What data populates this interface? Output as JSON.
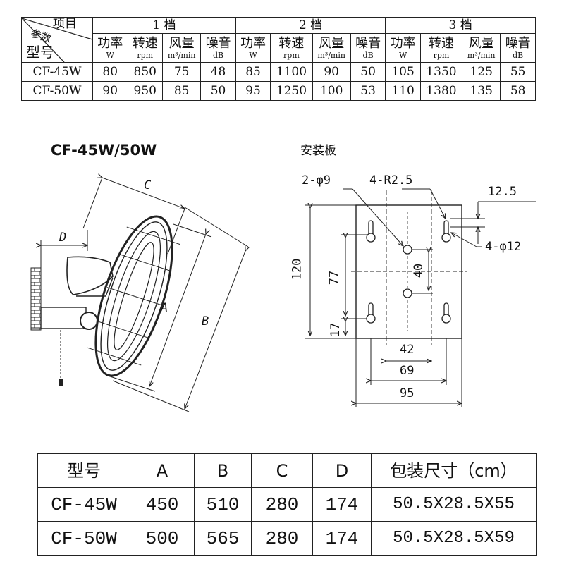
{
  "spec_table": {
    "corner_item": "项目",
    "corner_param": "参数",
    "corner_model": "型号",
    "gears": [
      "1 档",
      "2 档",
      "3 档"
    ],
    "columns": [
      {
        "name": "功率",
        "unit": "W"
      },
      {
        "name": "转速",
        "unit": "rpm"
      },
      {
        "name": "风量",
        "unit": "m³/min"
      },
      {
        "name": "噪音",
        "unit": "dB"
      }
    ],
    "rows": [
      {
        "model": "CF-45W",
        "values": [
          "80",
          "850",
          "75",
          "48",
          "85",
          "1100",
          "90",
          "50",
          "105",
          "1350",
          "125",
          "55"
        ]
      },
      {
        "model": "CF-50W",
        "values": [
          "90",
          "950",
          "85",
          "50",
          "95",
          "1250",
          "100",
          "53",
          "110",
          "1380",
          "135",
          "58"
        ]
      }
    ]
  },
  "fan_drawing": {
    "title": "CF-45W/50W",
    "labels": {
      "a": "A",
      "b": "B",
      "c": "C",
      "d": "D"
    }
  },
  "plate_drawing": {
    "title": "安装板",
    "labels": {
      "hole_small": "2-φ9",
      "radius": "4-R2.5",
      "offset": "12.5",
      "hole_large": "4-φ12",
      "height": "120",
      "inner_height": "77",
      "center_gap": "40",
      "bottom_offset": "17",
      "width_inner": "42",
      "width_mid": "69",
      "width_total": "95"
    }
  },
  "dimension_table": {
    "headers": [
      "型号",
      "A",
      "B",
      "C",
      "D",
      "包装尺寸（cm）"
    ],
    "rows": [
      [
        "CF-45W",
        "450",
        "510",
        "280",
        "174",
        "50.5X28.5X55"
      ],
      [
        "CF-50W",
        "500",
        "565",
        "280",
        "174",
        "50.5X28.5X59"
      ]
    ]
  }
}
